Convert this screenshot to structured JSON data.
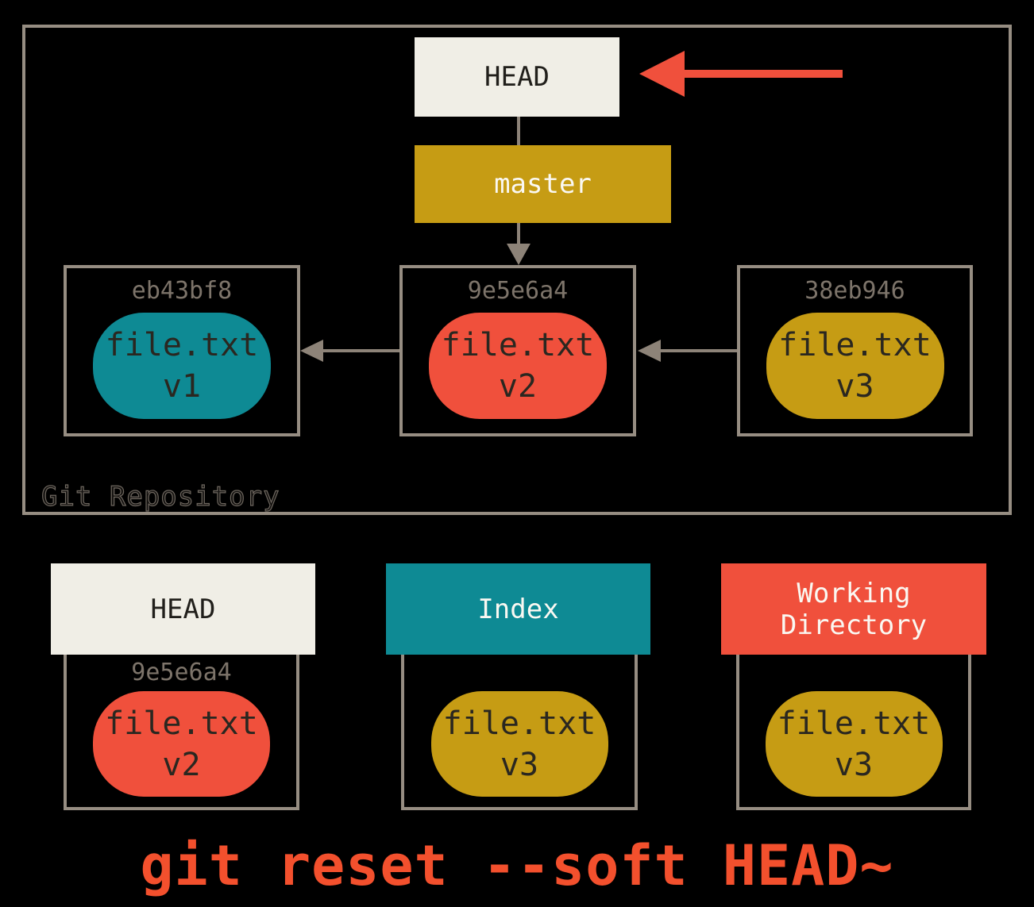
{
  "colors": {
    "background": "#000000",
    "box_border_gray": "#968D82",
    "arrow_gray": "#8D8378",
    "cream": "#F0EEE6",
    "gold": "#C69C14",
    "teal": "#0E8A94",
    "red": "#F0503C",
    "caption_red": "#F3502D",
    "hash_gray": "#7D746A"
  },
  "repository": {
    "label": "Git Repository",
    "head": {
      "label": "HEAD"
    },
    "branch": {
      "label": "master"
    },
    "commits": [
      {
        "hash": "eb43bf8",
        "file_name": "file.txt",
        "file_version": "v1"
      },
      {
        "hash": "9e5e6a4",
        "file_name": "file.txt",
        "file_version": "v2"
      },
      {
        "hash": "38eb946",
        "file_name": "file.txt",
        "file_version": "v3"
      }
    ]
  },
  "trees": [
    {
      "title": "HEAD",
      "hash": "9e5e6a4",
      "file_name": "file.txt",
      "file_version": "v2"
    },
    {
      "title": "Index",
      "hash": "",
      "file_name": "file.txt",
      "file_version": "v3"
    },
    {
      "title": "Working\nDirectory",
      "hash": "",
      "file_name": "file.txt",
      "file_version": "v3"
    }
  ],
  "caption": "git reset --soft HEAD~",
  "icons": {
    "head_pointer_arrow": "red-arrow-pointing-left",
    "branch_arrow": "gray-arrow-pointing-down",
    "parent_arrows": "gray-arrows-pointing-left"
  }
}
